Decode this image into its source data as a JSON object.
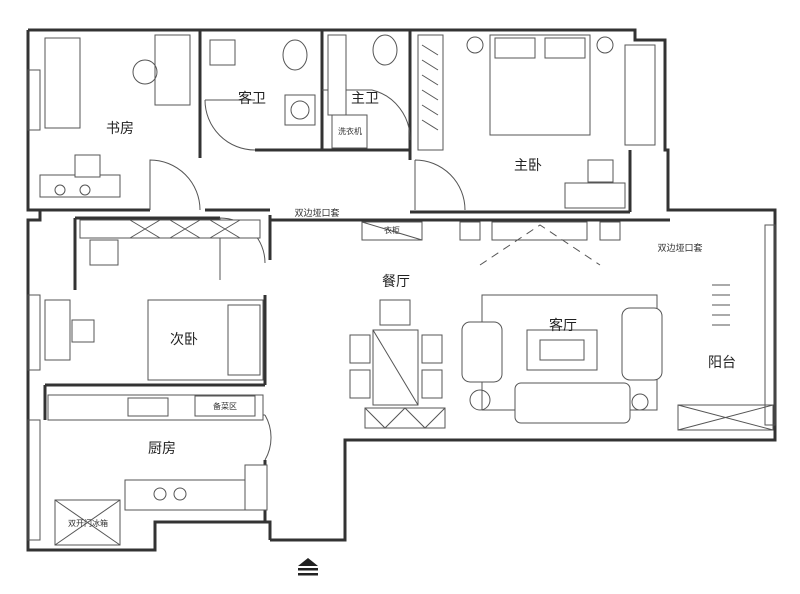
{
  "rooms": {
    "study": "书房",
    "guest_bath": "客卫",
    "master_bath": "主卫",
    "master_bedroom": "主卧",
    "second_bedroom": "次卧",
    "dining": "餐厅",
    "living": "客厅",
    "balcony": "阳台",
    "kitchen": "厨房"
  },
  "annotations": {
    "arch_left": "双边垭口套",
    "arch_right": "双边垭口套",
    "wardrobe": "衣柜",
    "prep_area": "备菜区",
    "fridge": "双开门冰箱",
    "washer": "洗衣机"
  },
  "entrance_icon": "entrance-arrow-icon"
}
